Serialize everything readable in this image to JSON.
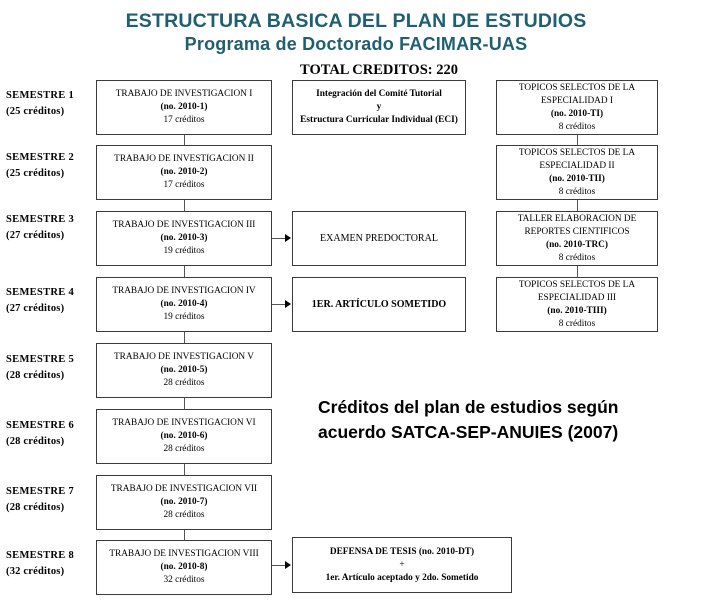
{
  "header": {
    "title_line1": "ESTRUCTURA  BASICA DEL PLAN DE ESTUDIOS",
    "title_line2": "Programa de Doctorado FACIMAR-UAS",
    "total_credits": "TOTAL CREDITOS: 220",
    "title_color": "#1f5f72"
  },
  "semesters": [
    {
      "name": "SEMESTRE 1",
      "credits": "(25 créditos)"
    },
    {
      "name": "SEMESTRE 2",
      "credits": "(25 créditos)"
    },
    {
      "name": "SEMESTRE 3",
      "credits": "(27 créditos)"
    },
    {
      "name": "SEMESTRE 4",
      "credits": "(27 créditos)"
    },
    {
      "name": "SEMESTRE 5",
      "credits": "(28 créditos)"
    },
    {
      "name": "SEMESTRE 6",
      "credits": "(28 créditos)"
    },
    {
      "name": "SEMESTRE 7",
      "credits": "(28 créditos)"
    },
    {
      "name": "SEMESTRE 8",
      "credits": "(32 créditos)"
    }
  ],
  "research_column": [
    {
      "title": "TRABAJO DE INVESTIGACION I",
      "code": "(no. 2010-1)",
      "credits": "17 créditos"
    },
    {
      "title": "TRABAJO DE INVESTIGACION II",
      "code": "(no. 2010-2)",
      "credits": "17 créditos"
    },
    {
      "title": "TRABAJO DE INVESTIGACION III",
      "code": "(no. 2010-3)",
      "credits": "19 créditos"
    },
    {
      "title": "TRABAJO DE INVESTIGACION IV",
      "code": "(no. 2010-4)",
      "credits": "19 créditos"
    },
    {
      "title": "TRABAJO DE INVESTIGACION V",
      "code": "(no. 2010-5)",
      "credits": "28 créditos"
    },
    {
      "title": "TRABAJO DE INVESTIGACION VI",
      "code": "(no. 2010-6)",
      "credits": "28 créditos"
    },
    {
      "title": "TRABAJO DE INVESTIGACION VII",
      "code": "(no. 2010-7)",
      "credits": "28 créditos"
    },
    {
      "title": "TRABAJO DE INVESTIGACION VIII",
      "code": "(no. 2010-8)",
      "credits": "32 créditos"
    }
  ],
  "middle_column": {
    "comite": {
      "line1": "Integración del Comité Tutorial",
      "line2": "y",
      "line3": "Estructura Curricular Individual (ECI)"
    },
    "examen": {
      "line1": "EXAMEN PREDOCTORAL"
    },
    "articulo": {
      "line1": "1ER. ARTÍCULO SOMETIDO"
    },
    "tesis": {
      "line1": "DEFENSA DE TESIS (no. 2010-DT)",
      "line2": "+",
      "line3": "1er. Artículo aceptado y 2do. Sometido"
    }
  },
  "elective_column": [
    {
      "title1": "TOPICOS SELECTOS DE LA",
      "title2": "ESPECIALIDAD I",
      "code": "(no. 2010-TI)",
      "credits": "8 créditos"
    },
    {
      "title1": "TOPICOS SELECTOS DE LA",
      "title2": "ESPECIALIDAD II",
      "code": "(no. 2010-TII)",
      "credits": "8 créditos"
    },
    {
      "title1": "TALLER ELABORACION DE",
      "title2": "REPORTES CIENTIFICOS",
      "code": "(no. 2010-TRC)",
      "credits": "8 créditos"
    },
    {
      "title1": "TOPICOS SELECTOS DE LA",
      "title2": "ESPECIALIDAD III",
      "code": "(no. 2010-TIII)",
      "credits": "8 créditos"
    }
  ],
  "note": {
    "line1": "Créditos del plan de estudios según",
    "line2": "acuerdo SATCA-SEP-ANUIES (2007)"
  }
}
